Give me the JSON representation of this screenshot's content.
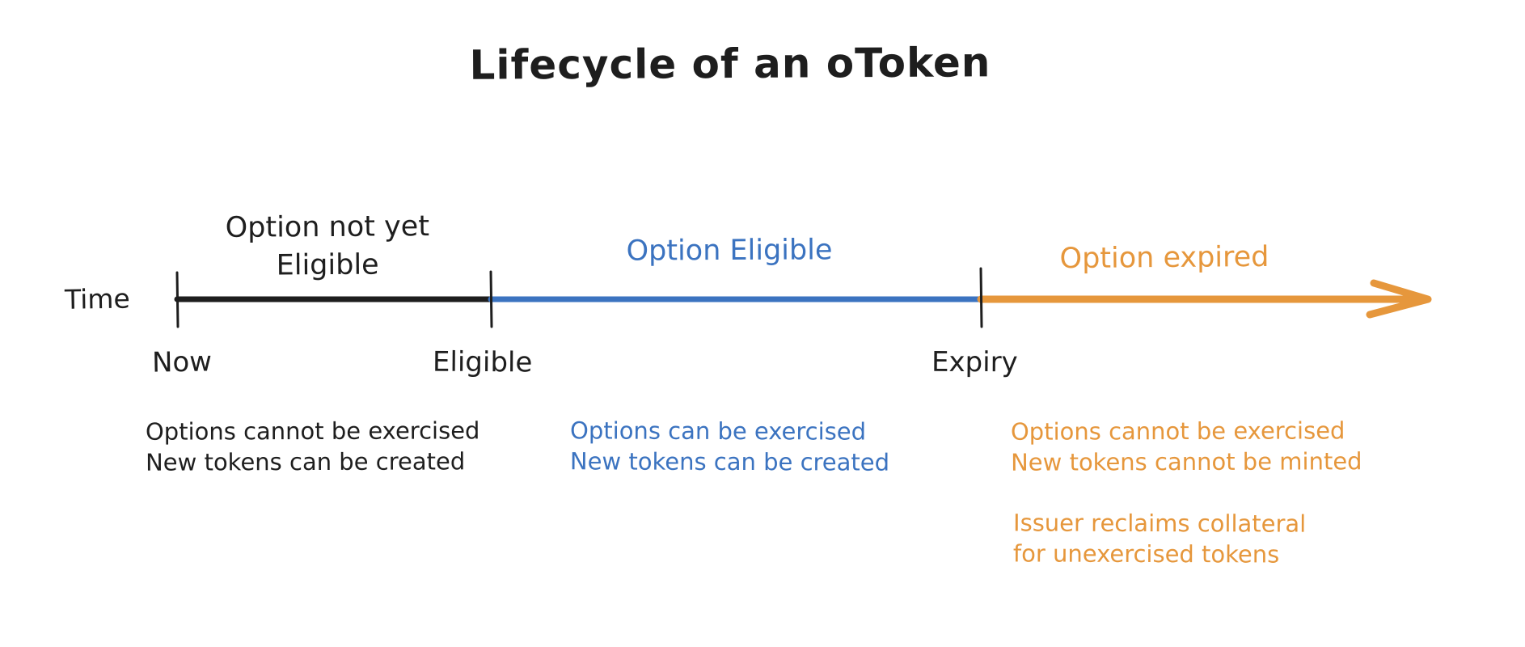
{
  "title": "Lifecycle of an oToken",
  "axis": {
    "label": "Time",
    "ticks": [
      "Now",
      "Eligible",
      "Expiry"
    ]
  },
  "phases": [
    {
      "name": "Option not yet\nEligible",
      "color": "#1e1e1e",
      "note": "Options cannot be exercised\nNew tokens can be created"
    },
    {
      "name": "Option Eligible",
      "color": "#3b73c0",
      "note": "Options can be exercised\nNew tokens can be created"
    },
    {
      "name": "Option expired",
      "color": "#e6973c",
      "note": "Options cannot be exercised\nNew tokens cannot be minted",
      "note2": "Issuer reclaims collateral\nfor unexercised tokens"
    }
  ],
  "colors": {
    "ink": "#1e1e1e",
    "blue": "#3b73c0",
    "orange": "#e6973c",
    "bg": "#ffffff"
  }
}
